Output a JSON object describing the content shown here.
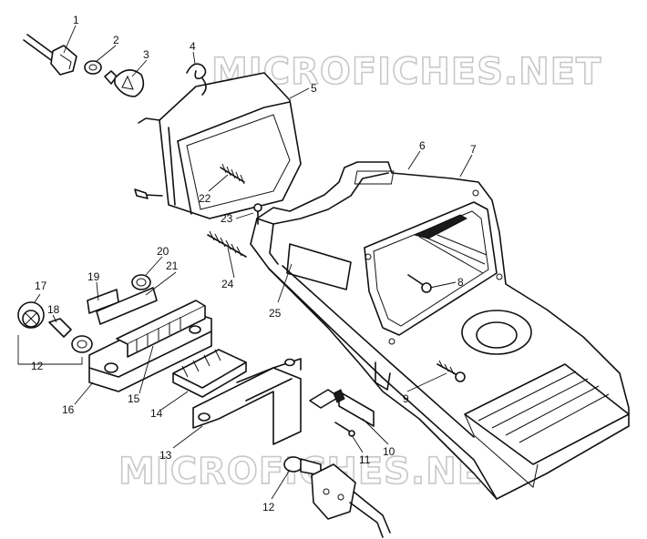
{
  "watermark": {
    "top": "MICROFICHES.NET",
    "bottom": "MICROFICHES.NET"
  },
  "callouts": [
    {
      "id": "c1",
      "text": "1"
    },
    {
      "id": "c2",
      "text": "2"
    },
    {
      "id": "c3",
      "text": "3"
    },
    {
      "id": "c4",
      "text": "4"
    },
    {
      "id": "c5",
      "text": "5"
    },
    {
      "id": "c6",
      "text": "6"
    },
    {
      "id": "c7",
      "text": "7"
    },
    {
      "id": "c8",
      "text": "8"
    },
    {
      "id": "c9",
      "text": "9"
    },
    {
      "id": "c10",
      "text": "10"
    },
    {
      "id": "c11",
      "text": "11"
    },
    {
      "id": "c12a",
      "text": "12"
    },
    {
      "id": "c12b",
      "text": "12"
    },
    {
      "id": "c13",
      "text": "13"
    },
    {
      "id": "c14",
      "text": "14"
    },
    {
      "id": "c15",
      "text": "15"
    },
    {
      "id": "c16",
      "text": "16"
    },
    {
      "id": "c17",
      "text": "17"
    },
    {
      "id": "c18",
      "text": "18"
    },
    {
      "id": "c19",
      "text": "19"
    },
    {
      "id": "c20",
      "text": "20"
    },
    {
      "id": "c21",
      "text": "21"
    },
    {
      "id": "c22",
      "text": "22"
    },
    {
      "id": "c23",
      "text": "23"
    },
    {
      "id": "c24",
      "text": "24"
    },
    {
      "id": "c25",
      "text": "25"
    }
  ]
}
